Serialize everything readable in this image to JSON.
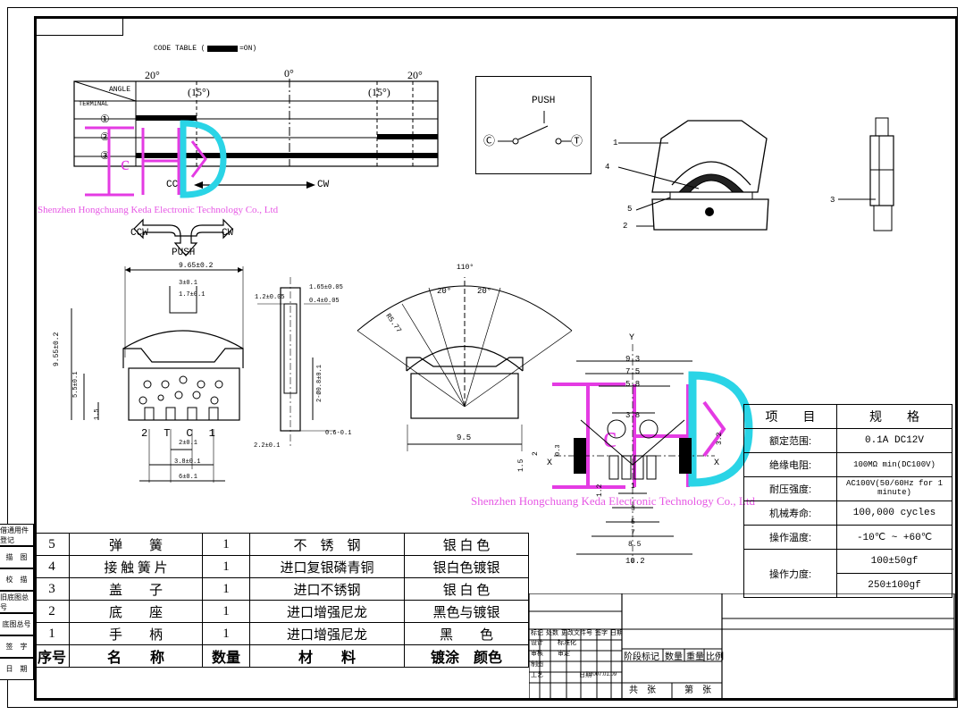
{
  "code_table": {
    "title": "CODE TABLE (",
    "on_label": "=ON)",
    "angle_left": "20°",
    "angle_zero": "0°",
    "angle_right": "20°",
    "header_angle": "ANGLE",
    "header_terminal": "TERMINAL",
    "range_left": "(15°)",
    "range_right": "(15°)",
    "terminals": [
      "①",
      "②",
      "③"
    ],
    "ccw": "CCW",
    "cw": "CW"
  },
  "push_actions": {
    "ccw": "CCW",
    "cw": "CW",
    "push": "PUSH"
  },
  "schematic": {
    "push": "PUSH",
    "left_terminal": "Ⓒ",
    "right_terminal": "Ⓣ"
  },
  "part_callouts": [
    "1",
    "4",
    "5",
    "2",
    "3"
  ],
  "watermark": "Shenzhen Hongchuang Keda Electronic Technology Co., Ltd",
  "logo_text": "HCKD",
  "dims_front": {
    "width": "9.65±0.2",
    "d3": "3±0.1",
    "d17": "1.7±0.1",
    "h955": "9.55±0.2",
    "h55": "5.5±0.1",
    "h15": "1.5",
    "pins": [
      "2",
      "T",
      "C",
      "1"
    ],
    "p2": "2±0.1",
    "p38": "3.8±0.1",
    "p6": "6±0.1"
  },
  "dims_side": {
    "d12": "1.2±0.05",
    "d165": "1.65±0.05",
    "d04": "0.4±0.05",
    "d2": "2-Ø0.8±0.1",
    "d06": "0.6-0.1",
    "d22": "2.2±0.1"
  },
  "dims_angle": {
    "total": "110°",
    "left": "20°",
    "right": "20°",
    "radius": "R5.77",
    "width": "9.5"
  },
  "dims_pcb": {
    "y": "Y",
    "w93": "9.3",
    "w75": "7.5",
    "w58": "5.8",
    "w38": "3.8",
    "x": "X",
    "h32": "3.2",
    "h2": "2",
    "h03": "0.3",
    "h15": "1.5",
    "h12": "1.2",
    "b1": "1",
    "b3": "3",
    "b5": "5",
    "b7": "7",
    "b85": "8.5",
    "b102": "10.2"
  },
  "spec_table": {
    "header": [
      "项　　目",
      "规　　格"
    ],
    "rows": [
      [
        "额定范围:",
        "0.1A DC12V"
      ],
      [
        "绝缘电阻:",
        "100MΩ min(DC100V)"
      ],
      [
        "耐压强度:",
        "AC100V(50/60Hz for 1 minute)"
      ],
      [
        "机械寿命:",
        "100,000 cycles"
      ],
      [
        "操作温度:",
        "-10℃ ~ +60℃"
      ],
      [
        "操作力度:",
        "100±50gf"
      ],
      [
        "",
        "250±100gf"
      ]
    ]
  },
  "bom": {
    "rows": [
      [
        "5",
        "弹　　簧",
        "1",
        "不　锈　钢",
        "银 白 色"
      ],
      [
        "4",
        "接 触 簧 片",
        "1",
        "进口复银磷青铜",
        "银白色镀银"
      ],
      [
        "3",
        "盖　　子",
        "1",
        "进口不锈钢",
        "银 白 色"
      ],
      [
        "2",
        "底　　座",
        "1",
        "进口增强尼龙",
        "黑色与镀银"
      ],
      [
        "1",
        "手　　柄",
        "1",
        "进口增强尼龙",
        "黑　　色"
      ]
    ],
    "header": [
      "序号",
      "名　　称",
      "数量",
      "材　　料",
      "镀涂　颜色"
    ]
  },
  "side_labels": [
    "借通用件登记",
    "描　图",
    "校　描",
    "旧底图总号",
    "底图总号",
    "签　字",
    "日　期"
  ],
  "title_block": {
    "r1": [
      "标记",
      "处数",
      "更改文件号",
      "签字",
      "日期"
    ],
    "r2": [
      "设计",
      "",
      "标准化"
    ],
    "r3": [
      "审核",
      "",
      "审定"
    ],
    "r4": [
      "制图"
    ],
    "r5": [
      "工艺",
      "",
      "日期",
      "2007.01.09"
    ],
    "stage": [
      "阶段标记",
      "数量",
      "重量",
      "比例"
    ],
    "sheet": [
      "共　张",
      "第　张"
    ]
  }
}
